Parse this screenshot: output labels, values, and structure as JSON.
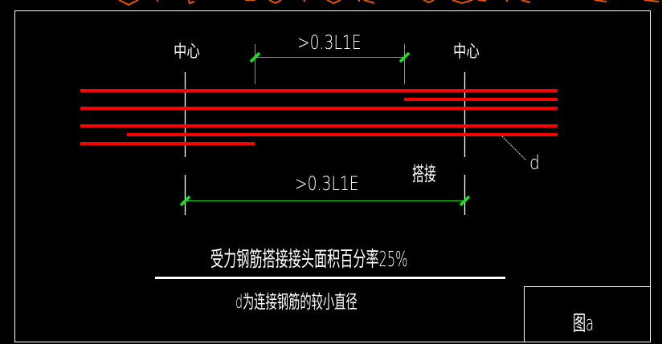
{
  "drawing": {
    "background": "#000000",
    "frame_color": "#ffffff",
    "rebar_color": "#ff0000",
    "dimension_color": "#22dd22",
    "top_fragment_color": "#ee5500"
  },
  "labels": {
    "center_left": "中心",
    "center_right": "中心",
    "dim_top": ">0.3L1E",
    "dim_bottom": ">0.3L1E",
    "splice": "搭接",
    "diameter": "d",
    "caption_main": "受力钢筋搭接接头面积百分率25%",
    "caption_note": "d为连接钢筋的较小直径",
    "figure_label": "图a"
  }
}
